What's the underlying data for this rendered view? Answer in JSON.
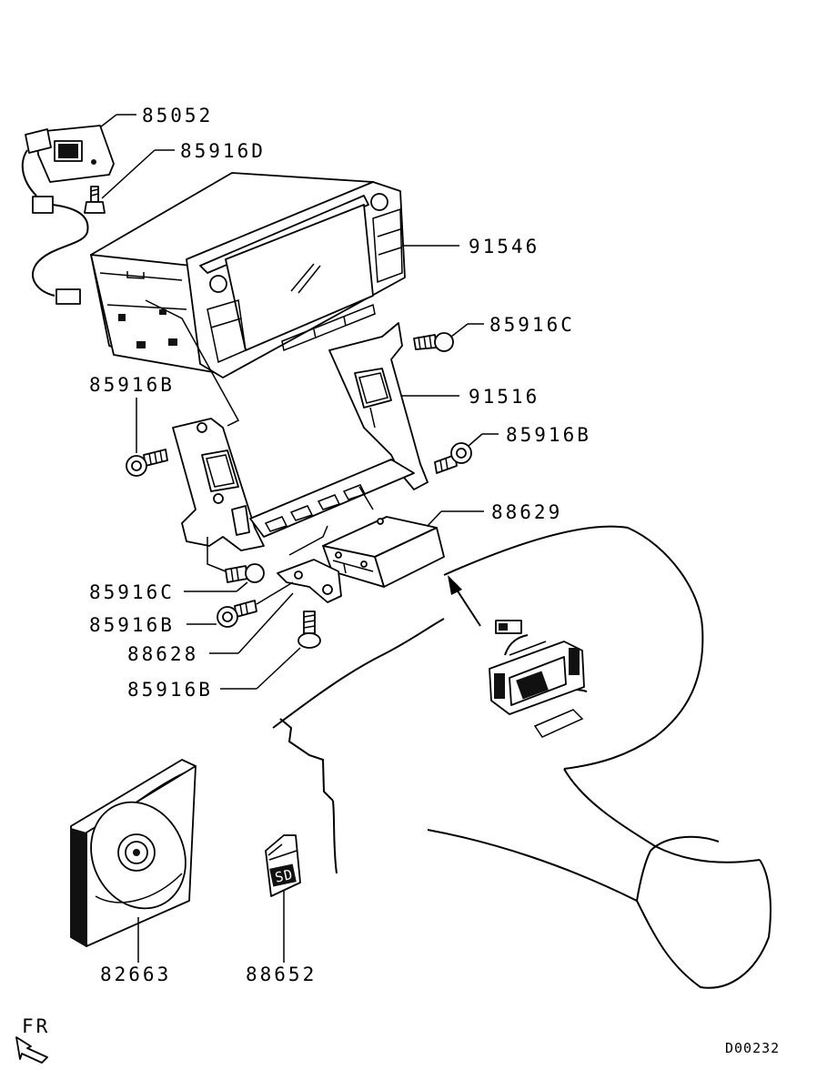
{
  "labels": {
    "p85052": "85052",
    "p85916D": "85916D",
    "p91546": "91546",
    "p85916C_top": "85916C",
    "p91516": "91516",
    "p85916B_left": "85916B",
    "p85916B_right": "85916B",
    "p88629": "88629",
    "p85916C_mid": "85916C",
    "p85916B_mid": "85916B",
    "p88628": "88628",
    "p85916B_low": "85916B",
    "p82663": "82663",
    "p88652": "88652"
  },
  "direction": {
    "text": "FR"
  },
  "sd_card": {
    "text": "SD"
  },
  "diagram_code": "D00232"
}
